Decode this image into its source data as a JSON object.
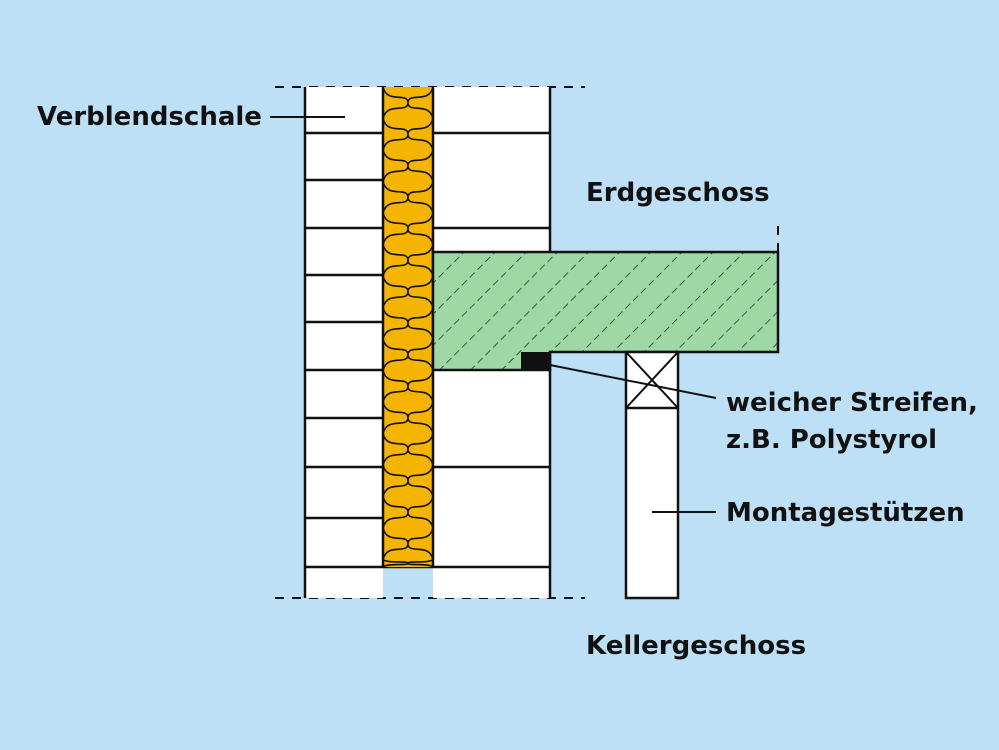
{
  "labels": {
    "verblendschale": "Verblendschale",
    "erdgeschoss": "Erdgeschoss",
    "streifen_line1": "weicher Streifen,",
    "streifen_line2": "z.B. Polystyrol",
    "montagestuetzen": "Montagestützen",
    "kellergeschoss": "Kellergeschoss"
  },
  "colors": {
    "background": "#bde0f6",
    "insulation": "#f5b400",
    "slab": "#9ed8a4",
    "brick": "#ffffff",
    "outline": "#111111"
  }
}
